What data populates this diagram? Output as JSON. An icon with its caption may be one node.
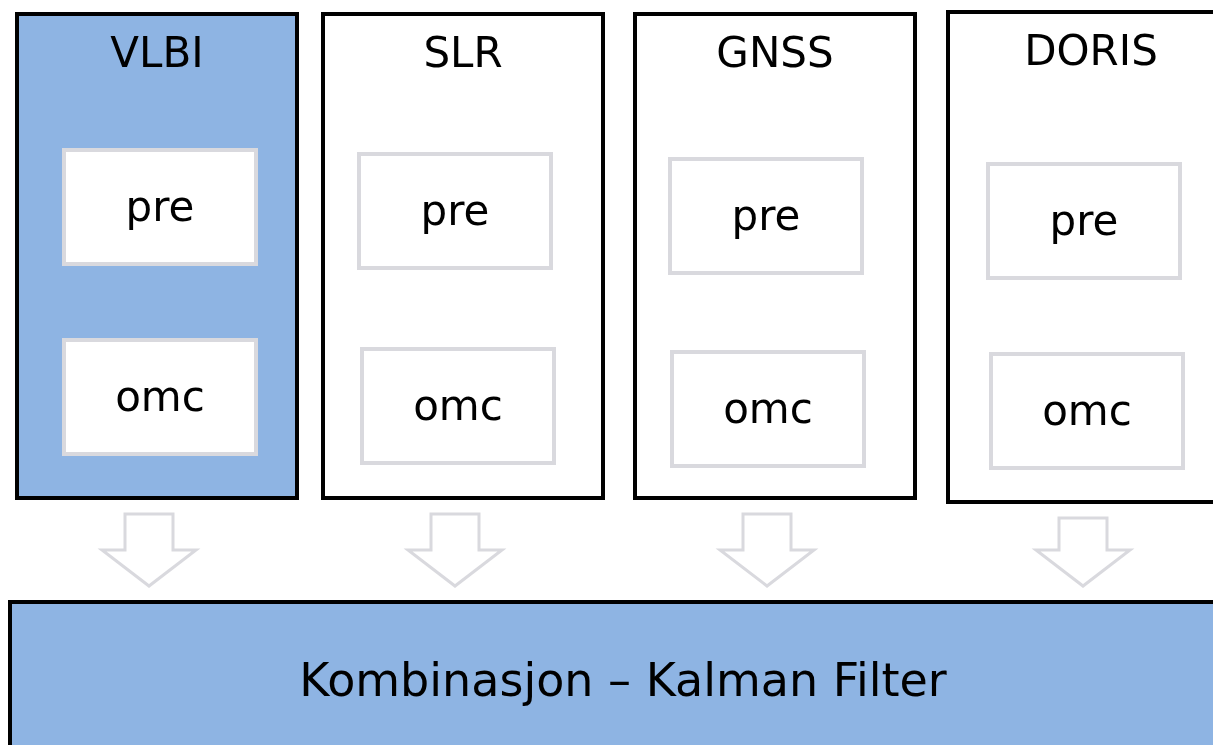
{
  "diagram": {
    "nodes": [
      {
        "text": [
          "VLBI"
        ]
      },
      {
        "text": [
          "pre"
        ],
        "in": 0
      },
      {
        "text": [
          "omc"
        ],
        "in": 0
      },
      {
        "text": [
          "SLR"
        ]
      },
      {
        "text": [
          "pre"
        ],
        "in": 3
      },
      {
        "text": [
          "omc"
        ],
        "in": 3
      },
      {
        "text": [
          "GNSS"
        ]
      },
      {
        "text": [
          "pre"
        ],
        "in": 6
      },
      {
        "text": [
          "omc"
        ],
        "in": 6
      },
      {
        "text": [
          "DORIS"
        ]
      },
      {
        "text": [
          "pre"
        ],
        "in": 9
      },
      {
        "text": [
          "omc"
        ],
        "in": 9
      },
      {
        "text": [
          "Kombinasjon – Kalman Filter"
        ]
      }
    ],
    "edges": [
      {
        "from": 0,
        "to": 12,
        "arrow": "to"
      },
      {
        "from": 3,
        "to": 12,
        "arrow": "to"
      },
      {
        "from": 6,
        "to": 12,
        "arrow": "to"
      },
      {
        "from": 9,
        "to": 12,
        "arrow": "to"
      }
    ]
  }
}
